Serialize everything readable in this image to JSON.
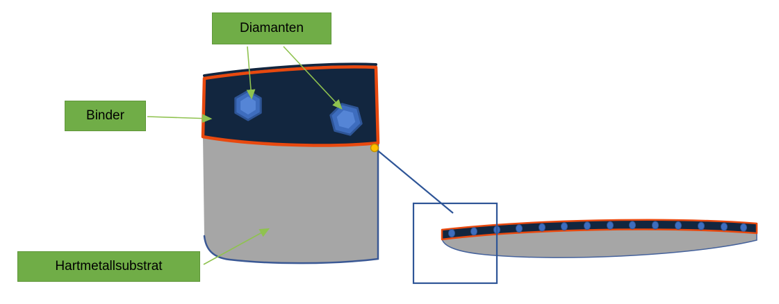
{
  "labels": {
    "diamanten": "Diamanten",
    "binder": "Binder",
    "hartmetallsubstrat": "Hartmetallsubstrat"
  },
  "colors": {
    "background": "#FFFFFF",
    "label_green": "#70AD47",
    "label_green_border": "#5F9639",
    "label_text": "#000000",
    "arrow_green": "#8FC24F",
    "binder_navy": "#12263F",
    "binder_orange_border": "#E8490F",
    "diamond_blue": "#3E6DBE",
    "diamond_blue_light": "#5585D6",
    "diamond_blue_dark": "#2E5597",
    "substrate_gray": "#A6A6A6",
    "substrate_outline": "#3A5894",
    "disc_outline": "#44619B",
    "zoom_blue": "#2E5597",
    "marker_yellow": "#FFC000",
    "marker_yellow_border": "#BF9000"
  }
}
